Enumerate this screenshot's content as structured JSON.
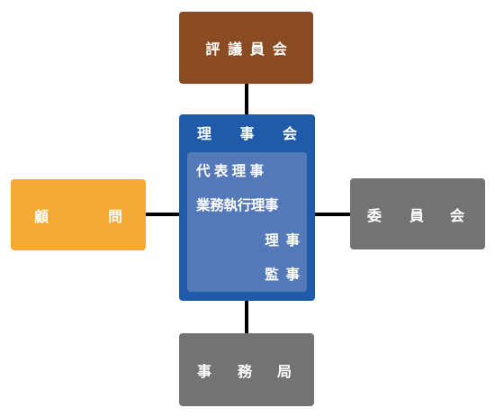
{
  "nodes": {
    "council": {
      "label": "評議員会",
      "color": "#8a4a22"
    },
    "board": {
      "title_chars": [
        "理",
        "事",
        "会"
      ],
      "color": "#1f5ba8",
      "inner_color": "#5479b9",
      "members": [
        "代表理事",
        "業務執行理事",
        "理事",
        "監事"
      ]
    },
    "advisor": {
      "chars": [
        "顧",
        "問"
      ],
      "color": "#f4a935"
    },
    "committee": {
      "chars": [
        "委",
        "員",
        "会"
      ],
      "color": "#737373"
    },
    "secretariat": {
      "chars": [
        "事",
        "務",
        "局"
      ],
      "color": "#737373"
    }
  },
  "connections": [
    [
      "council",
      "board"
    ],
    [
      "board",
      "secretariat"
    ],
    [
      "advisor",
      "board"
    ],
    [
      "board",
      "committee"
    ]
  ]
}
